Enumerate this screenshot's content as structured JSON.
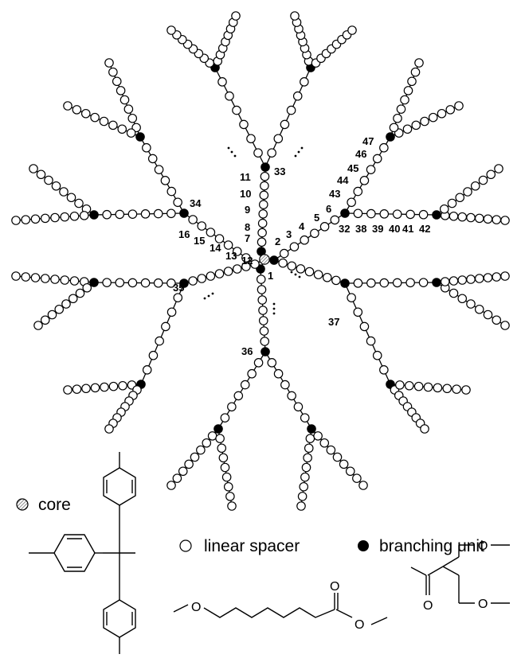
{
  "colors": {
    "linear_spacer_fill": "#ffffff",
    "branching_unit_fill": "#000000",
    "core_fill_hatch": "#888888",
    "bond": "#000000"
  },
  "legend": {
    "core": "core",
    "linear_spacer": "linear spacer",
    "branching_unit": "branching unit"
  },
  "labels": {
    "n1": "1",
    "n2": "2",
    "n3": "3",
    "n4": "4",
    "n5": "5",
    "n6": "6",
    "n7": "7",
    "n8": "8",
    "n9": "9",
    "n10": "10",
    "n11": "11",
    "n12": "12",
    "n13": "13",
    "n14": "14",
    "n15": "15",
    "n16": "16",
    "n32": "32",
    "n33": "33",
    "n34": "34",
    "n35": "35",
    "n36": "36",
    "n37": "37",
    "n38": "38",
    "n39": "39",
    "n40": "40",
    "n41": "41",
    "n42": "42",
    "n43": "43",
    "n44": "44",
    "n45": "45",
    "n46": "46",
    "n47": "47"
  },
  "chemistry": {
    "spacer_O1": "O",
    "spacer_O2": "O",
    "spacer_O3": "O",
    "branch_O1": "O",
    "branch_O2": "O",
    "branch_O3": "O"
  }
}
